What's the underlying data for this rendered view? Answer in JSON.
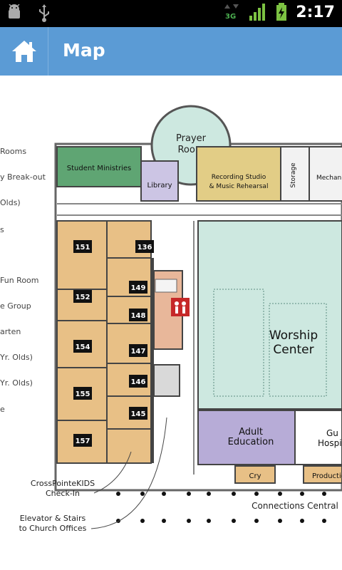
{
  "app": {
    "title": "Map"
  },
  "status": {
    "time": "2:17",
    "network": "3G"
  },
  "map": {
    "rooms": {
      "prayer": "Prayer Room",
      "student_ministries": "Student Ministries",
      "library": "Library",
      "recording": "Recording Studio",
      "recording2": "& Music Rehearsal",
      "storage": "Storage",
      "mechanical": "Mechani",
      "worship1": "Worship",
      "worship2": "Center",
      "adult1": "Adult",
      "adult2": "Education",
      "cry": "Cry",
      "production": "Productio",
      "guest1": "Gu",
      "guest2": "Hospit",
      "connections": "Connections Central",
      "kids1": "CrossPointeKIDS",
      "kids2": "Check-In",
      "elevator1": "Elevator & Stairs",
      "elevator2": "to Church Offices"
    },
    "room_numbers": [
      "151",
      "136",
      "149",
      "152",
      "148",
      "154",
      "147",
      "146",
      "155",
      "145",
      "157"
    ],
    "left_labels": [
      "Rooms",
      "y Break-out",
      "Olds)",
      "s",
      "Fun Room",
      "e Group",
      "arten",
      "Yr. Olds)",
      "Yr. Olds)",
      "e"
    ]
  }
}
